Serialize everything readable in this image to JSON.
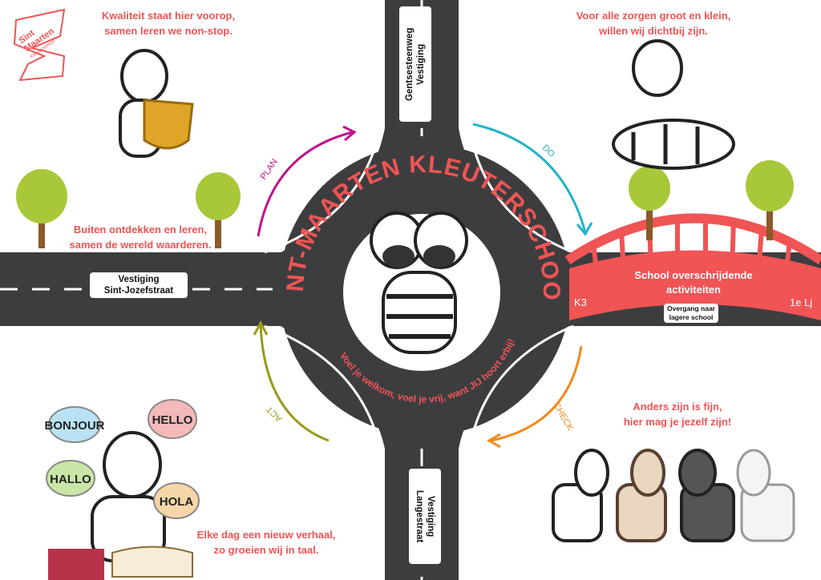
{
  "logo": {
    "line1": "Sint",
    "line2": "Maarten",
    "line3": "Kleuterschool"
  },
  "title": "SINT-MAARTEN KLEUTERSCHOOL",
  "motto": "Voel je welkom, voel je vrij,  want JIJ hoort erbij!",
  "captions": {
    "top_left": [
      "Kwaliteit staat hier voorop,",
      "samen leren we non-stop."
    ],
    "top_right": [
      "Voor alle zorgen groot en klein,",
      "willen wij dichtbij zijn."
    ],
    "mid_left": [
      "Buiten ontdekken en leren,",
      "samen de wereld waarderen."
    ],
    "bottom_right": [
      "Anders zijn is fijn,",
      "hier mag je jezelf zijn!"
    ],
    "bottom_left": [
      "Elke dag een nieuw verhaal,",
      "zo groeien wij in taal."
    ]
  },
  "cycle": {
    "plan": "PLAN",
    "do": "DO",
    "check": "CHECK",
    "act": "ACT"
  },
  "cycle_colors": {
    "plan": "#c0148c",
    "do": "#22b3c9",
    "check": "#f28a1e",
    "act": "#9a9a1c"
  },
  "signs": {
    "north": [
      "Vestiging",
      "Gentsesteenweg"
    ],
    "west": [
      "Vestiging",
      "Sint-Jozefstraat"
    ],
    "south": [
      "Vestiging",
      "Langestraat"
    ]
  },
  "bridge": {
    "label": [
      "School overschrijdende",
      "activiteiten"
    ],
    "left": "K3",
    "right": "1e Lj",
    "sign": [
      "Overgang naar",
      "lagere school"
    ]
  },
  "speech_bubbles": [
    "BONJOUR",
    "HELLO",
    "HALLO",
    "HOLA"
  ],
  "colors": {
    "accent": "#f05455",
    "road": "#3d3d3f"
  }
}
